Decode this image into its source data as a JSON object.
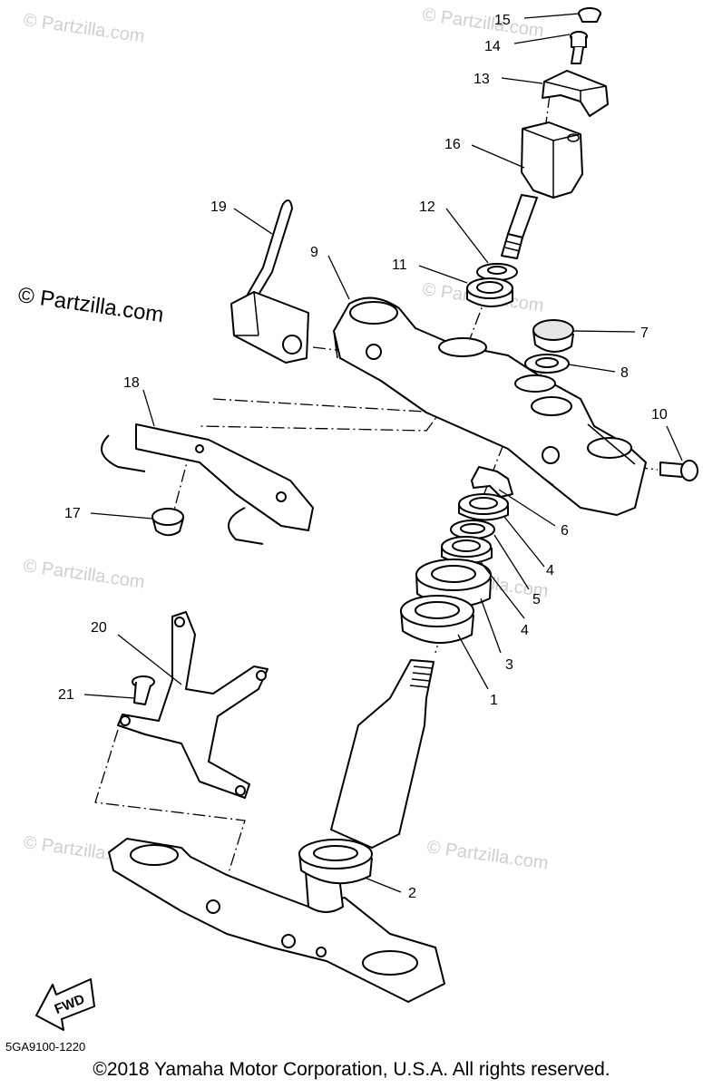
{
  "diagram": {
    "code": "5GA9100-1220",
    "copyright": "©2018  Yamaha Motor Corporation, U.S.A. All rights reserved.",
    "watermark": "© Partzilla.com",
    "fwd_label": "FWD"
  },
  "callouts": {
    "c1": "1",
    "c2": "2",
    "c3": "3",
    "c4a": "4",
    "c4b": "4",
    "c5": "5",
    "c6": "6",
    "c7": "7",
    "c8": "8",
    "c9": "9",
    "c10": "10",
    "c11": "11",
    "c12": "12",
    "c13": "13",
    "c14": "14",
    "c15": "15",
    "c16": "16",
    "c17": "17",
    "c18": "18",
    "c19": "19",
    "c20": "20",
    "c21": "21"
  }
}
